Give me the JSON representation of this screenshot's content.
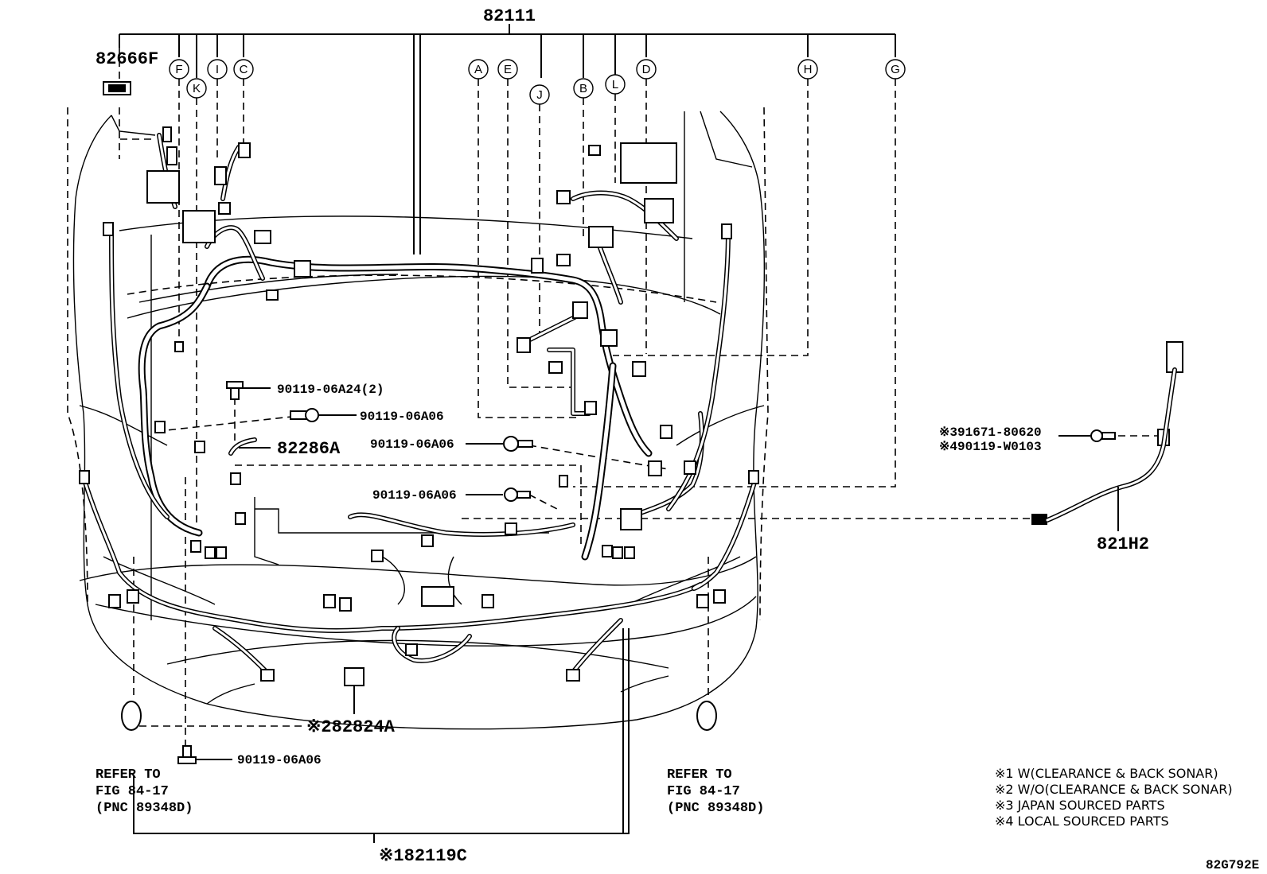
{
  "part_numbers": {
    "main_harness": "82111",
    "clamp": "82666F",
    "bolt_a24": "90119-06A24(2)",
    "bolt_a06_1": "90119-06A06",
    "bolt_a06_2": "90119-06A06",
    "bolt_a06_3": "90119-06A06",
    "bolt_a06_bottom": "90119-06A06",
    "sub_harness": "82286A",
    "sonar_wire": "821H2",
    "clip_japan": "※391671-80620",
    "bolt_local": "※490119-W0103",
    "bracket": "※282824A",
    "bumper_wire": "※182119C",
    "drawing_id": "82G792E"
  },
  "callouts": [
    "F",
    "K",
    "I",
    "C",
    "A",
    "E",
    "J",
    "B",
    "L",
    "D",
    "H",
    "G"
  ],
  "refer_left": {
    "line1": "REFER TO",
    "line2": "FIG 84-17",
    "line3": "(PNC 89348D)"
  },
  "refer_right": {
    "line1": "REFER TO",
    "line2": "FIG 84-17",
    "line3": "(PNC 89348D)"
  },
  "legend": [
    "※1 W(CLEARANCE & BACK SONAR)",
    "※2 W/O(CLEARANCE & BACK SONAR)",
    "※3 JAPAN SOURCED PARTS",
    "※4 LOCAL SOURCED PARTS"
  ]
}
